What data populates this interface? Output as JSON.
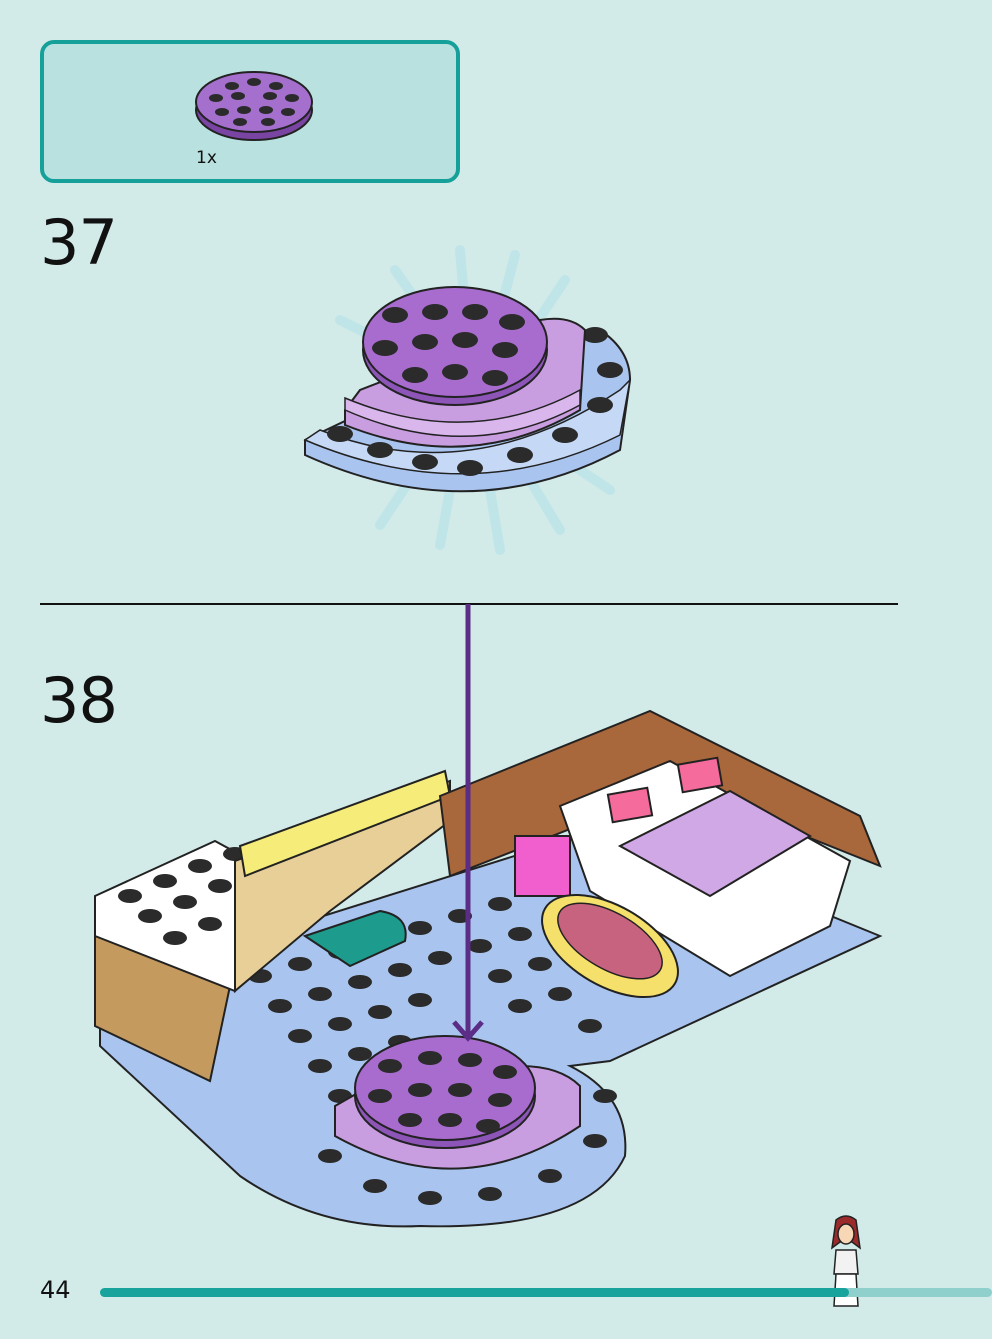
{
  "parts_box": {
    "quantity": "1x",
    "part_color": "#9a62c4"
  },
  "steps": [
    {
      "number": "37"
    },
    {
      "number": "38"
    }
  ],
  "footer": {
    "page_number": "44",
    "progress": 0.84,
    "progress_color": "#18a39c"
  },
  "colors": {
    "background": "#d2ebe9",
    "accent": "#16a09a",
    "arrow": "#5b2d87",
    "baseplate": "#a9c5ef",
    "dish_light": "#d1a8e6",
    "dish_dark": "#8e55b8"
  }
}
